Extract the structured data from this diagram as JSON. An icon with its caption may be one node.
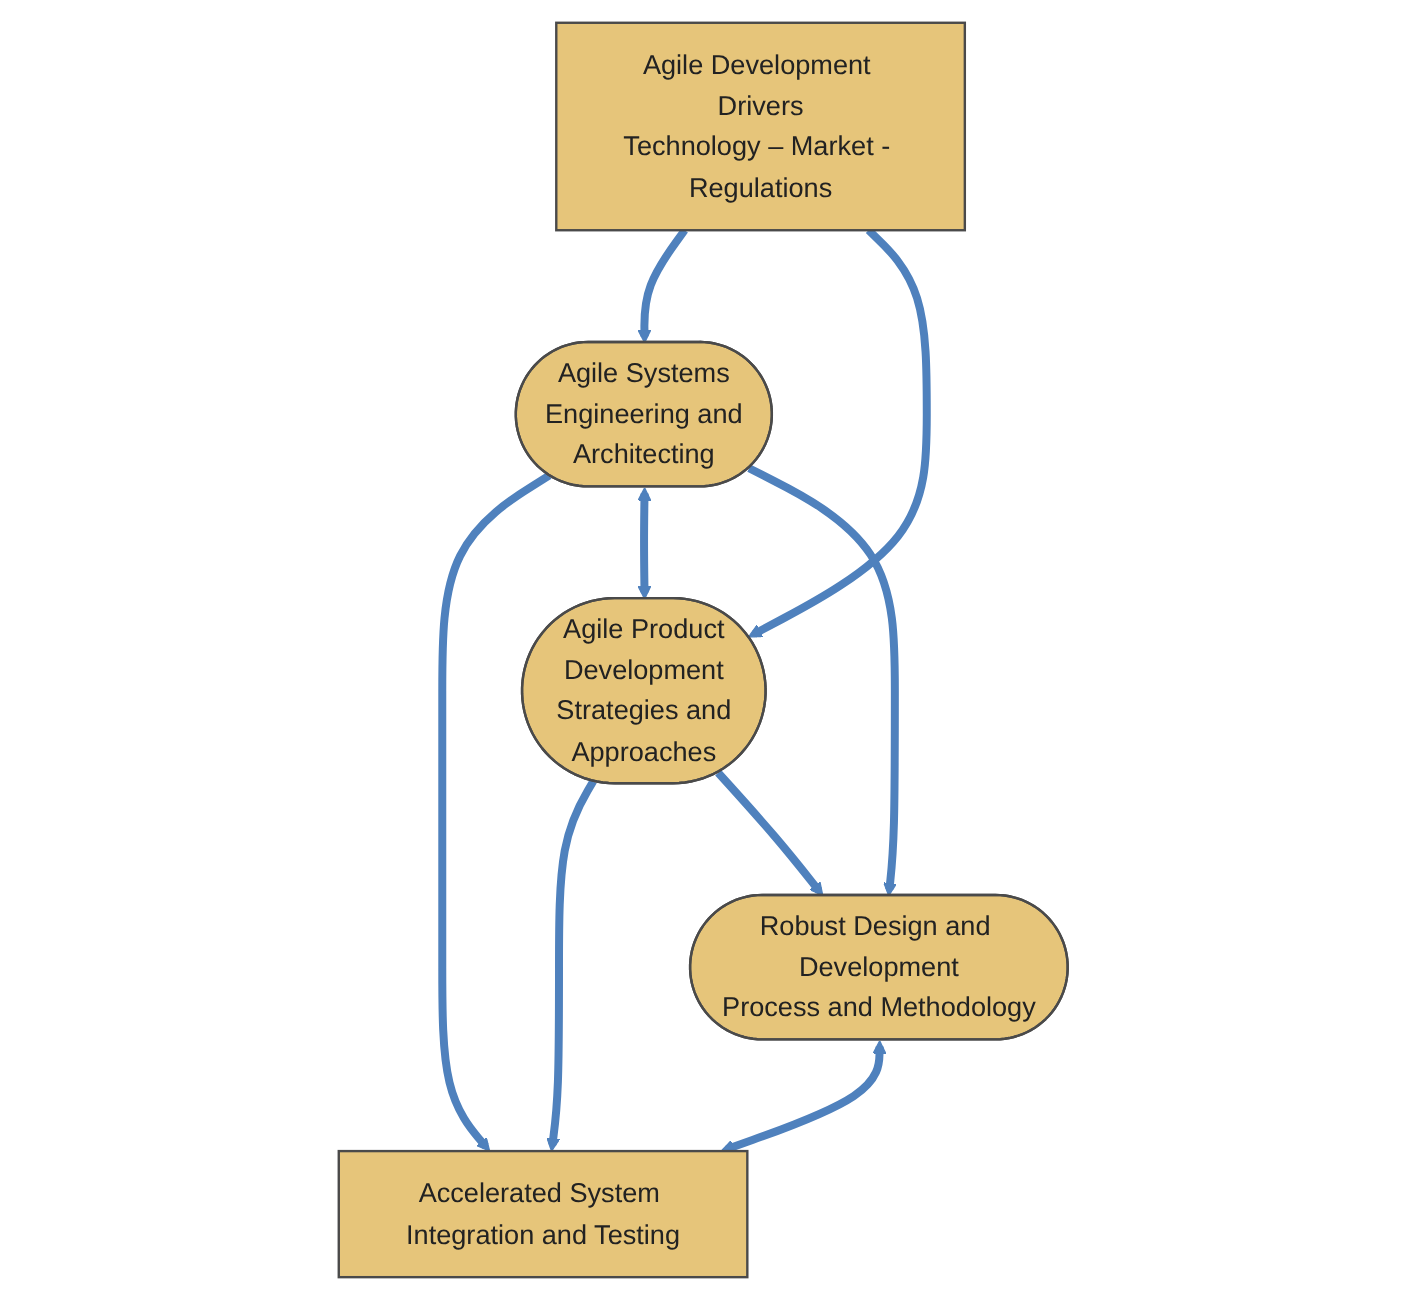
{
  "diagram": {
    "nodes": [
      {
        "text": [
          "Robust Design and Development Process and Methodology"
        ]
      },
      {
        "text": [
          "Accelerated System Integration and Testing"
        ]
      },
      {
        "text": [
          "Agile Systems Engineering and Architecting"
        ]
      },
      {
        "text": [
          "Agile Product Development Strategies and Approaches"
        ]
      },
      {
        "text": [
          "Agile Development Drivers",
          "Technology – Market - Regulations"
        ]
      }
    ],
    "edges": [
      {
        "from": 0,
        "to": 1,
        "arrow": "both"
      },
      {
        "from": 2,
        "to": 1,
        "arrow": "to"
      },
      {
        "from": 3,
        "to": 1,
        "arrow": "to"
      },
      {
        "from": 2,
        "to": 3,
        "arrow": "both"
      },
      {
        "from": 4,
        "to": 2,
        "arrow": "to"
      },
      {
        "from": 4,
        "to": 3,
        "arrow": "to"
      },
      {
        "from": 2,
        "to": 0,
        "arrow": "to"
      },
      {
        "from": 3,
        "to": 0,
        "arrow": "to"
      }
    ]
  }
}
